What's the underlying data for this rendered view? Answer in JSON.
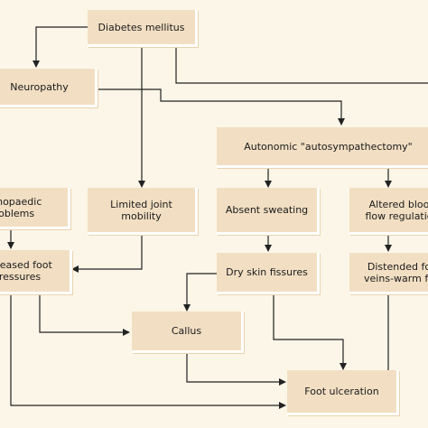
{
  "nodes": {
    "diabetes": "Diabetes mellitus",
    "neuropathy": "Neuropathy",
    "autonomic": "Autonomic \"autosympathectomy\"",
    "orthopaedic": "Orthopaedic\nproblems",
    "limited_joint": "Limited joint\nmobility",
    "absent_sweating": "Absent sweating",
    "altered_blood": "Altered blood\nflow regulation",
    "increased_foot": "Increased foot\npressures",
    "dry_skin": "Dry skin fissures",
    "distended": "Distended foot\nveins-warm foot",
    "callus": "Callus",
    "foot_ulceration": "Foot ulceration"
  },
  "colors": {
    "box": "#f2dfc3",
    "background": "#fcf6e8",
    "arrow": "#222222"
  }
}
